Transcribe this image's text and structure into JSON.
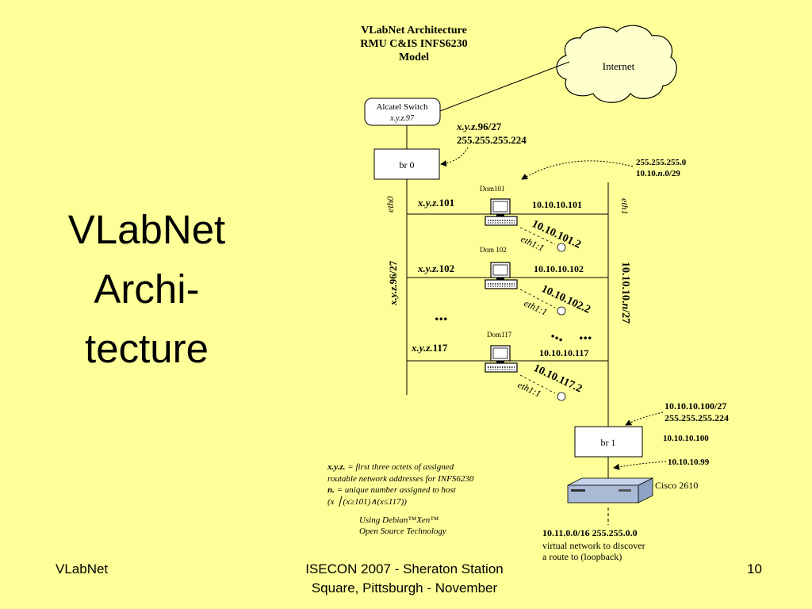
{
  "slide": {
    "title_lines": [
      "VLabNet",
      "Archi-",
      "tecture"
    ],
    "footer_left": "VLabNet",
    "footer_center_lines": [
      "ISECON 2007 - Sheraton Station",
      "Square, Pittsburgh - November"
    ],
    "footer_page": "10"
  },
  "diagram": {
    "heading_lines": [
      "VLabNet Architecture",
      "RMU C&IS INFS6230",
      "Model"
    ],
    "internet_label": "Internet",
    "switch_label": "Alcatel Switch",
    "switch_addr": "x.y.z.97",
    "subnet_top_a": "x.y.z.",
    "subnet_top_b": "96/27",
    "mask_top": "255.255.255.224",
    "bridge0_label": "br 0",
    "priv_mask": "255.255.255.0",
    "priv_net_a": "10.10.",
    "priv_net_b": "n",
    "priv_net_c": ".0/29",
    "eth0_label": "eth0",
    "eth1_label": "eth1",
    "left_bus_a": "x.y.z.",
    "left_bus_b": "96/27",
    "right_bus_a": "10.10.10.",
    "right_bus_b": "n",
    "right_bus_c": "/27",
    "dom101_label": "Dom101",
    "dom101_pub_a": "x.y.z.",
    "dom101_pub_b": "101",
    "dom101_priv": "10.10.10.101",
    "dom101_alias_ip": "10.10.101.2",
    "dom101_alias_if": "eth1:1",
    "dom102_label": "Dom 102",
    "dom102_pub_a": "x.y.z.",
    "dom102_pub_b": "102",
    "dom102_priv": "10.10.10.102",
    "dom102_alias_ip": "10.10.102.2",
    "dom102_alias_if": "eth1:1",
    "dom117_label": "Dom117",
    "dom117_pub_a": "x.y.z.",
    "dom117_pub_b": "117",
    "dom117_priv": "10.10.10.117",
    "dom117_alias_ip": "10.10.117.2",
    "dom117_alias_if": "eth1:1",
    "ellipsis": "...",
    "br1_net": "10.10.10.100/27",
    "br1_mask": "255.255.255.224",
    "bridge1_label": "br 1",
    "br1_ip": "10.10.10.100",
    "router_ip": "10.10.10.99",
    "router_label": "Cisco 2610",
    "legend_line1_a": "x.y.z.",
    "legend_line1_b": " = first three octets of assigned",
    "legend_line2": "routable network addresses for INFS6230",
    "legend_line3_a": "n.",
    "legend_line3_b": " = unique number assigned to host",
    "legend_line4": "(x ⎪(x≥101)∧(x≤117))",
    "tech_line1": "Using Debian™Xen™",
    "tech_line2": "Open Source Technology",
    "loop_a": "10.11.0.0/16 255.255.0.0",
    "loop_b": "virtual network to discover",
    "loop_c": "a route to (loopback)"
  }
}
